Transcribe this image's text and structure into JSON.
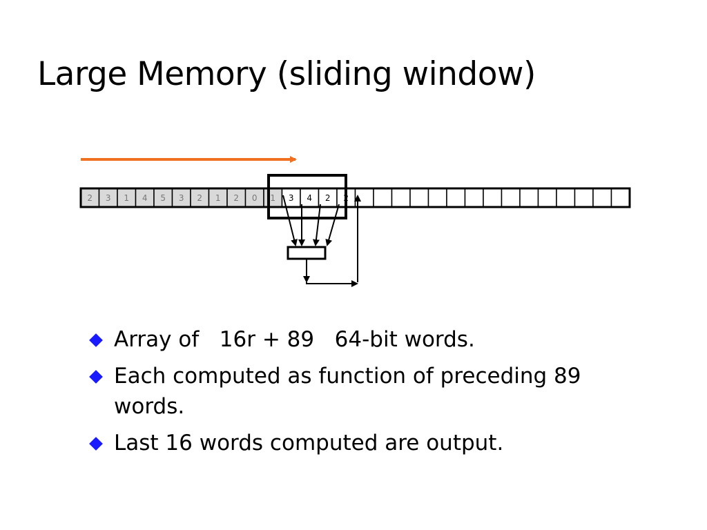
{
  "slide": {
    "title": "Large Memory (sliding window)"
  },
  "diagram": {
    "cells_before_window": [
      "2",
      "3",
      "1",
      "4",
      "5",
      "3",
      "2",
      "1",
      "2",
      "0",
      "1"
    ],
    "cells_in_window": [
      "3",
      "4",
      "2",
      "2"
    ],
    "empty_cells_after": 15,
    "colors": {
      "direction_arrow": "#f07020",
      "filled_cell": "#d9d9d9",
      "filled_cell_text": "#777777",
      "window_cell_text": "#000000",
      "lines": "#000000"
    },
    "icons": {
      "direction": "right-arrow-icon"
    }
  },
  "bullets": [
    {
      "text": "Array of   16r + 89   64-bit words.",
      "icon": "diamond-bullet-icon"
    },
    {
      "text": "Each computed as function of preceding 89 words.",
      "icon": "diamond-bullet-icon"
    },
    {
      "text": "Last 16 words computed are output.",
      "icon": "diamond-bullet-icon"
    }
  ],
  "bullet_color": "#1a1aff"
}
